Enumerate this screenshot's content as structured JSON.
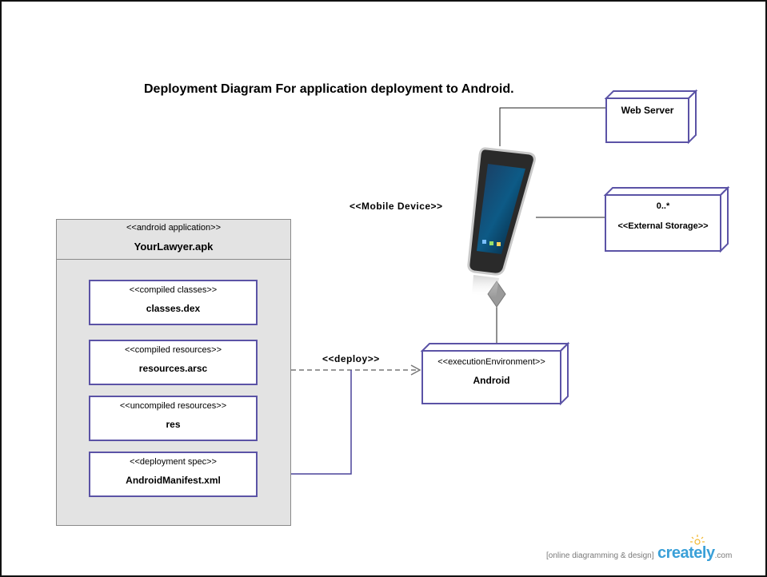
{
  "title": "Deployment Diagram For application deployment to Android.",
  "package": {
    "stereotype": "<<android application>>",
    "name": "YourLawyer.apk",
    "artifacts": [
      {
        "stereotype": "<<compiled classes>>",
        "name": "classes.dex"
      },
      {
        "stereotype": "<<compiled resources>>",
        "name": "resources.arsc"
      },
      {
        "stereotype": "<<uncompiled resources>>",
        "name": "res"
      },
      {
        "stereotype": "<<deployment spec>>",
        "name": "AndroidManifest.xml"
      }
    ]
  },
  "mobile_device_label": "<<Mobile Device>>",
  "deploy_label": "<<deploy>>",
  "nodes": {
    "web_server": {
      "name": "Web Server"
    },
    "external_storage": {
      "multiplicity": "0..*",
      "stereotype": "<<External Storage>>"
    },
    "execution_environment": {
      "stereotype": "<<executionEnvironment>>",
      "name": "Android"
    }
  },
  "footer": {
    "tagline": "[online diagramming & design]",
    "brand": "creately",
    "domain": ".com"
  },
  "colors": {
    "node_border": "#5b53a6",
    "package_fill": "#e3e3e3",
    "brand": "#3aa0d8"
  }
}
